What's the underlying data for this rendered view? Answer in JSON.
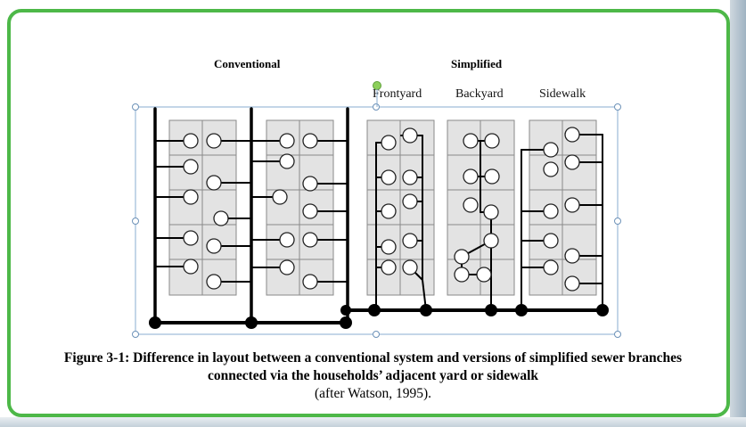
{
  "diagram": {
    "headers": {
      "conventional": "Conventional",
      "simplified": "Simplified"
    },
    "sublabels": {
      "frontyard": "Frontyard",
      "backyard": "Backyard",
      "sidewalk": "Sidewalk"
    }
  },
  "caption": {
    "bold_text": "Figure 3-1: Difference in layout between a conventional system and versions of simplified sewer branches connected via the households’ adjacent yard or sidewalk",
    "normal_text": "(after Watson, 1995)."
  },
  "colors": {
    "frame_border": "#4db848",
    "block_fill": "#e3e3e3",
    "pipe": "#000000",
    "selection_handle": "#8aaed0"
  }
}
